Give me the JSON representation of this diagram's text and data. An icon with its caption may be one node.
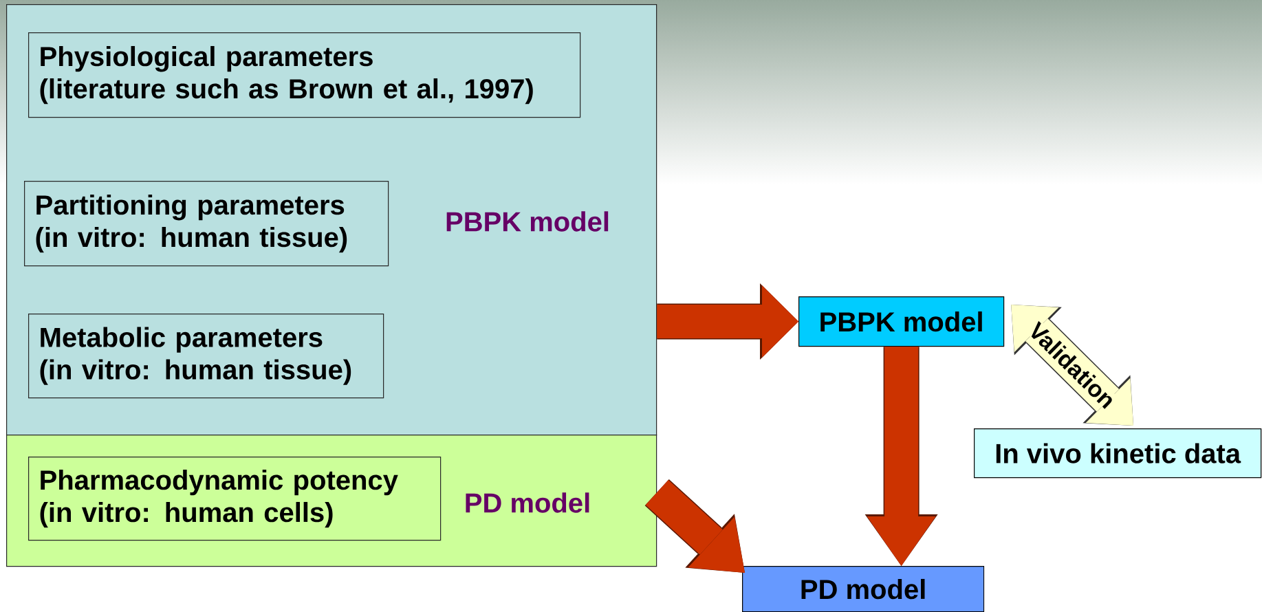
{
  "diagram": {
    "nodes": [
      {
        "text": [
          "PBPK model"
        ]
      },
      {
        "text": [
          "PD model"
        ]
      },
      {
        "text": [
          "Physiological parameters",
          "(literature such as Brown et al., 1997)"
        ],
        "in": 0
      },
      {
        "text": [
          "Partitioning parameters",
          "(in vitro: human tissue)"
        ],
        "in": 0
      },
      {
        "text": [
          "Metabolic parameters",
          "(in vitro: human tissue)"
        ],
        "in": 0
      },
      {
        "text": [
          "Pharmacodynamic potency",
          "(in vitro: human cells)"
        ],
        "in": 1
      },
      {
        "text": [
          "PBPK model"
        ]
      },
      {
        "text": [
          "In vivo kinetic data"
        ]
      },
      {
        "text": [
          "PD model"
        ]
      }
    ],
    "edges": [
      {
        "from": 0,
        "to": 6,
        "arrow": "to"
      },
      {
        "from": 6,
        "to": 8,
        "arrow": "to"
      },
      {
        "from": 1,
        "to": 8,
        "arrow": "to"
      },
      {
        "from": 6,
        "to": 7,
        "arrow": "both",
        "label": "Validation",
        "color": "#ffffcc"
      }
    ]
  }
}
